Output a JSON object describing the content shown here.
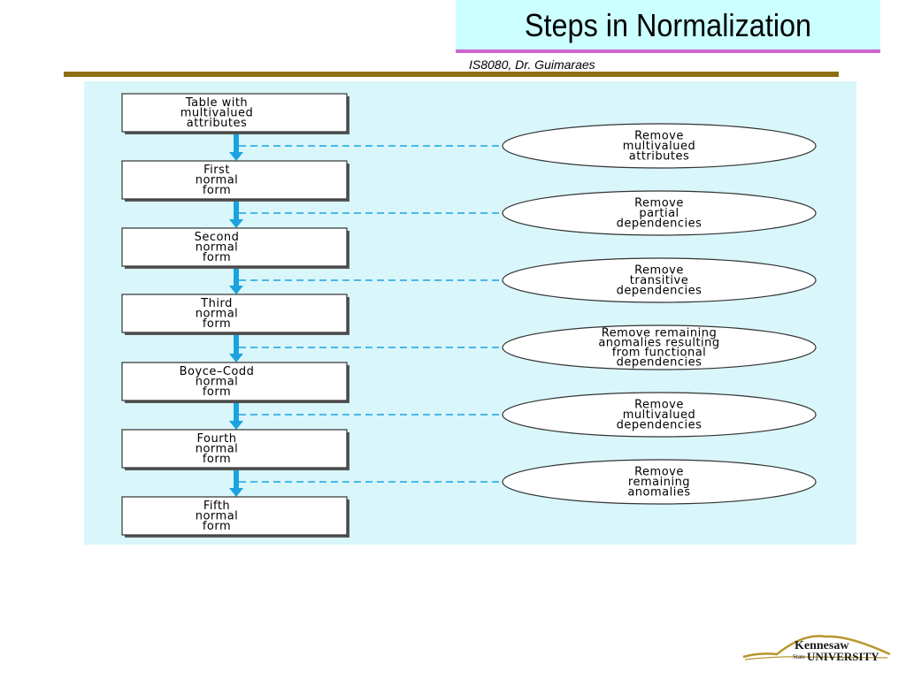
{
  "slide": {
    "title": "Steps in Normalization",
    "subtitle": "IS8080, Dr. Guimaraes"
  },
  "diagram": {
    "forms": [
      [
        "Table with",
        "multivalued",
        "attributes"
      ],
      [
        "First",
        "normal",
        "form"
      ],
      [
        "Second",
        "normal",
        "form"
      ],
      [
        "Third",
        "normal",
        "form"
      ],
      [
        "Boyce–Codd",
        "normal",
        "form"
      ],
      [
        "Fourth",
        "normal",
        "form"
      ],
      [
        "Fifth",
        "normal",
        "form"
      ]
    ],
    "steps": [
      [
        "Remove",
        "multivalued",
        "attributes"
      ],
      [
        "Remove",
        "partial",
        "dependencies"
      ],
      [
        "Remove",
        "transitive",
        "dependencies"
      ],
      [
        "Remove remaining",
        "anomalies resulting",
        "from functional",
        "dependencies"
      ],
      [
        "Remove",
        "multivalued",
        "dependencies"
      ],
      [
        "Remove",
        "remaining",
        "anomalies"
      ]
    ],
    "colors": {
      "arrow": "#1aa3e0",
      "dashed_line": "#1aa3e0",
      "panel": "#d9f6fb"
    }
  },
  "logo": {
    "line1": "Kennesaw",
    "line2": "State",
    "line3": "UNIVERSITY"
  }
}
